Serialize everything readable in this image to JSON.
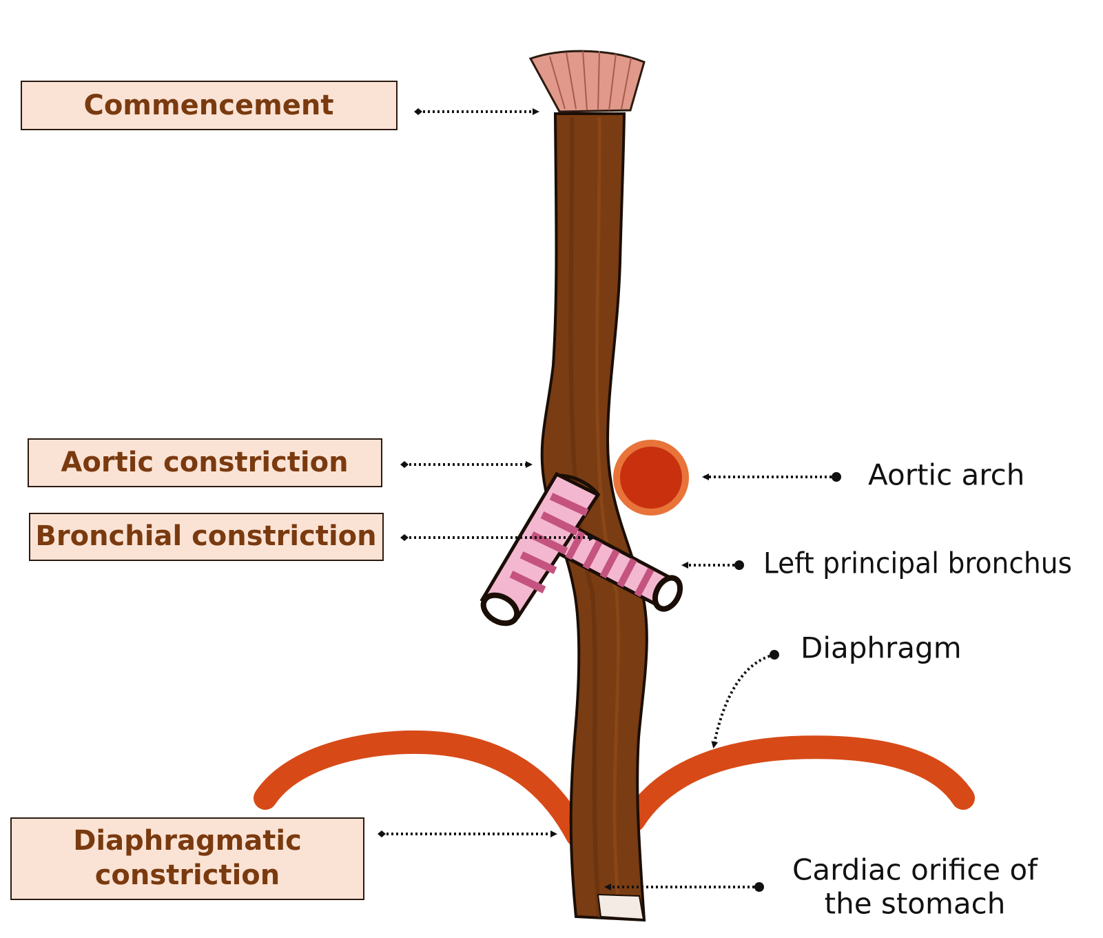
{
  "colors": {
    "box_fill": "#fae3d5",
    "box_border": "#2b1a10",
    "box_text": "#7a3a0f",
    "plain_text": "#111111",
    "esophagus": "#7a3c12",
    "esophagus_outline": "#1a0e06",
    "pharyngeal_end": "#e0998a",
    "diaphragm": "#d74a18",
    "aorta_fill": "#c8300e",
    "aorta_ring": "#e8743a",
    "bronchus_light": "#f3b8d0",
    "bronchus_dark": "#c4547f",
    "leader": "#111111"
  },
  "constrictions": [
    {
      "id": "commencement",
      "lines": [
        "Commencement"
      ]
    },
    {
      "id": "aortic",
      "lines": [
        "Aortic constriction"
      ]
    },
    {
      "id": "bronchial",
      "lines": [
        "Bronchial constriction"
      ]
    },
    {
      "id": "diaphragmatic",
      "lines": [
        "Diaphragmatic",
        "constriction"
      ]
    }
  ],
  "structures": [
    {
      "id": "aortic_arch",
      "lines": [
        "Aortic arch"
      ]
    },
    {
      "id": "left_bronchus",
      "lines": [
        "Left principal bronchus"
      ]
    },
    {
      "id": "diaphragm",
      "lines": [
        "Diaphragm"
      ]
    },
    {
      "id": "cardiac_orifice",
      "lines": [
        "Cardiac orifice of",
        "the stomach"
      ]
    }
  ]
}
